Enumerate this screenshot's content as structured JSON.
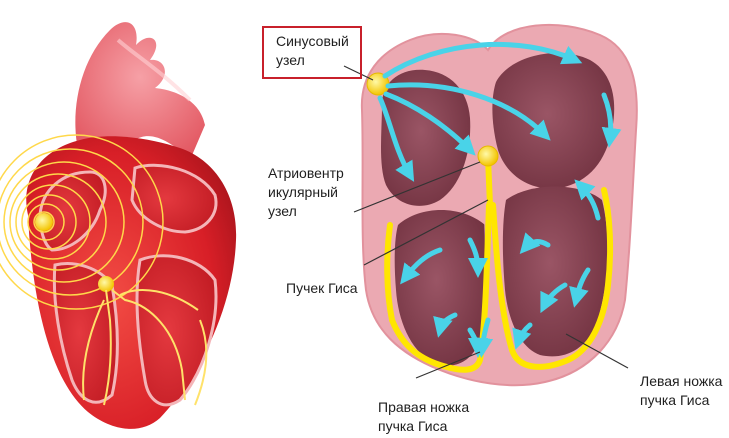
{
  "labels": {
    "sinus_node": [
      "Синусовый",
      "узел"
    ],
    "av_node": [
      "Атриовентр",
      "икулярный",
      "узел"
    ],
    "his_bundle": [
      "Пучек Гиса"
    ],
    "right_bundle_branch": [
      "Правая ножка",
      "пучка Гиса"
    ],
    "left_bundle_branch": [
      "Левая ножка",
      "пучка Гиса"
    ]
  },
  "colors": {
    "highlight_box": "#c8202b",
    "conduction_path": "#ffe600",
    "impulse_arrow": "#49d3e8",
    "heart_muscle": "#d9252b",
    "chamber_inner": "#7a3a48"
  }
}
